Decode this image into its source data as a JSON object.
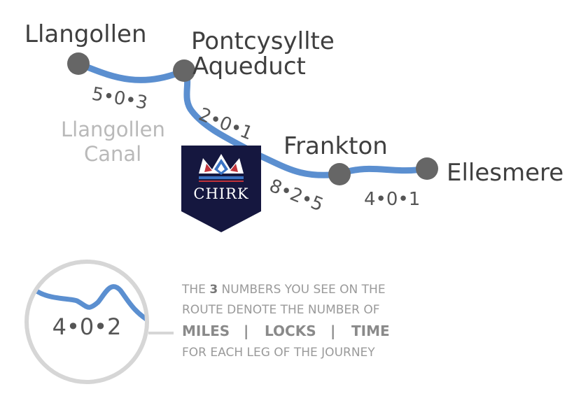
{
  "places": {
    "llangollen": "Llangollen",
    "pontcysyllte_line1": "Pontcysyllte",
    "pontcysyllte_line2": "Aqueduct",
    "frankton": "Frankton",
    "ellesmere": "Ellesmere"
  },
  "canal": {
    "line1": "Llangollen",
    "line2": "Canal"
  },
  "badge": {
    "label": "CHIRK"
  },
  "legs": {
    "llangollen_pontcysyllte": "5•0•3",
    "pontcysyllte_chirk": "2•0•1",
    "chirk_frankton": "8•2•5",
    "frankton_ellesmere": "4•0•1"
  },
  "key": {
    "example": "4•0•2",
    "line1_pre": "THE ",
    "line1_num": "3",
    "line1_post": " NUMBERS YOU SEE ON THE",
    "line2": "ROUTE DENOTE THE NUMBER OF",
    "miles": "MILES",
    "locks": "LOCKS",
    "time": "TIME",
    "separator": "|",
    "line4": "FOR EACH LEG OF THE JOURNEY"
  },
  "colors": {
    "route": "#5b8fd0",
    "node": "#666666",
    "badge": "#15173f",
    "crown_red": "#c0323a",
    "crown_blue": "#3a73c4"
  }
}
